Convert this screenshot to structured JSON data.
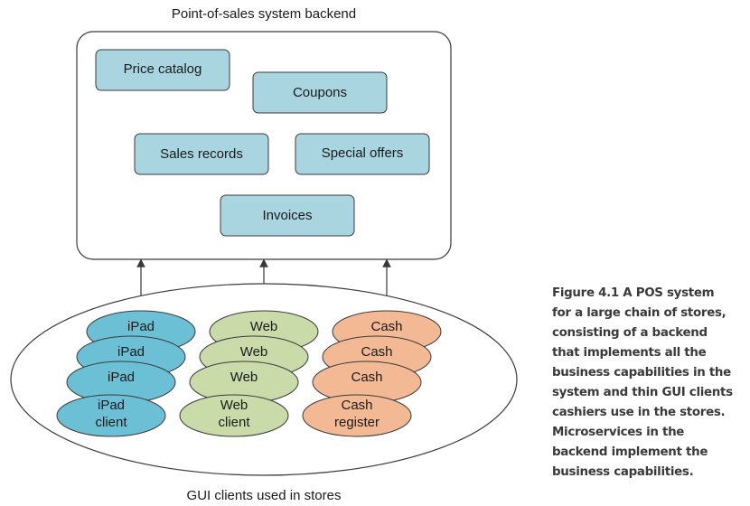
{
  "backend": {
    "title": "Point-of-sales system backend",
    "capabilities": [
      "Price catalog",
      "Coupons",
      "Sales records",
      "Special offers",
      "Invoices"
    ]
  },
  "clients": {
    "title": "GUI clients used in stores",
    "ipad": [
      "iPad",
      "iPad",
      "iPad",
      "iPad\nclient"
    ],
    "web": [
      "Web",
      "Web",
      "Web",
      "Web\nclient"
    ],
    "cash": [
      "Cash",
      "Cash",
      "Cash",
      "Cash\nregister"
    ]
  },
  "caption": {
    "lines": [
      "Figure 4.1   A POS system",
      "for a large chain of stores,",
      "consisting of a backend",
      "that implements all the",
      "business capabilities in the",
      "system and thin GUI clients",
      "cashiers use in the stores.",
      "Microservices in the",
      "backend implement the",
      "business capabilities."
    ]
  },
  "colors": {
    "box_fill": "#a9d5e1",
    "ipad_fill": "#6cc0d6",
    "web_fill": "#c9dba9",
    "cash_fill": "#f3b994",
    "stroke": "#3a3a3a"
  }
}
